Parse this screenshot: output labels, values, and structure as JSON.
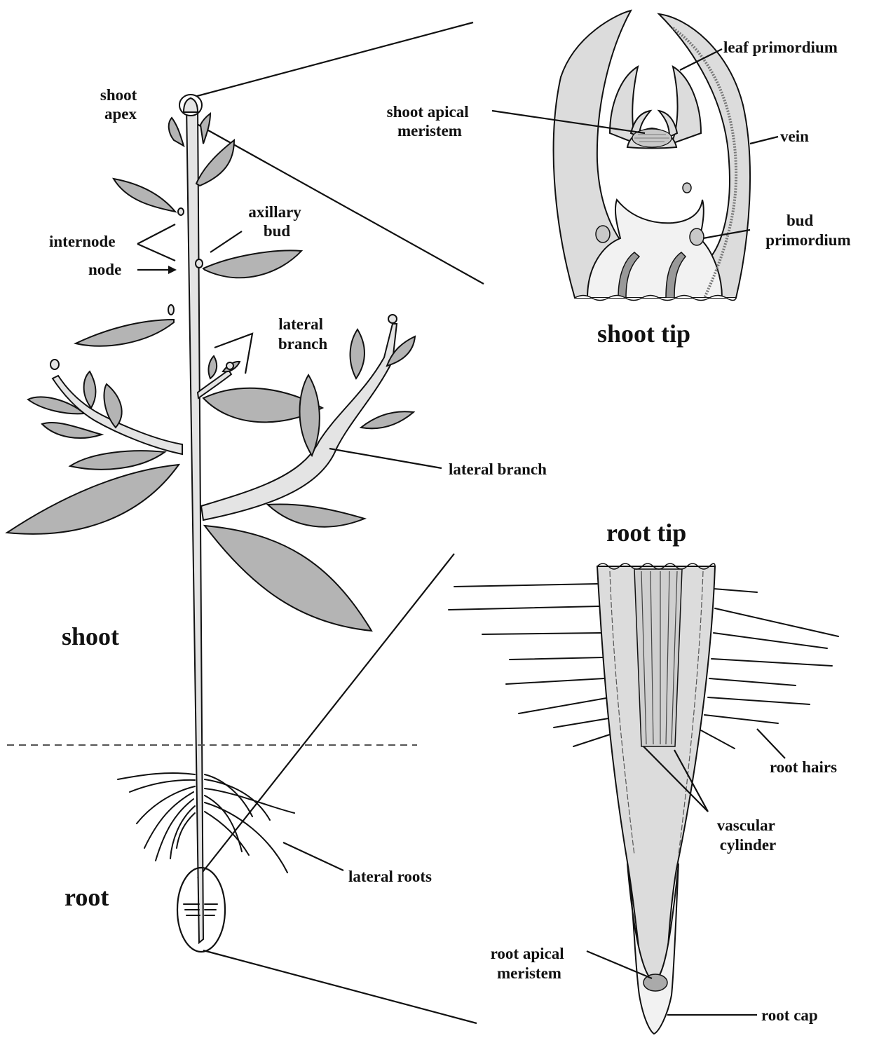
{
  "labels": {
    "shoot_apex": [
      "shoot",
      "apex"
    ],
    "internode": "internode",
    "node": "node",
    "axillary_bud": [
      "axillary",
      "bud"
    ],
    "lateral_branch_upper": [
      "lateral",
      "branch"
    ],
    "lateral_branch": "lateral branch",
    "shoot": "shoot",
    "root": "root",
    "lateral_roots": "lateral roots",
    "shoot_tip": "shoot tip",
    "shoot_apical_meristem": [
      "shoot apical",
      "meristem"
    ],
    "leaf_primordium": "leaf primordium",
    "vein": "vein",
    "bud_primordium": [
      "bud",
      "primordium"
    ],
    "root_tip": "root tip",
    "root_hairs": "root hairs",
    "vascular_cylinder": [
      "vascular",
      "cylinder"
    ],
    "root_apical_meristem": [
      "root apical",
      "meristem"
    ],
    "root_cap": "root cap"
  },
  "colors": {
    "line": "#111111",
    "leaf_fill": "#b4b4b4",
    "stem_fill": "#e4e4e4",
    "tissue_fill": "#dcdcdc"
  }
}
